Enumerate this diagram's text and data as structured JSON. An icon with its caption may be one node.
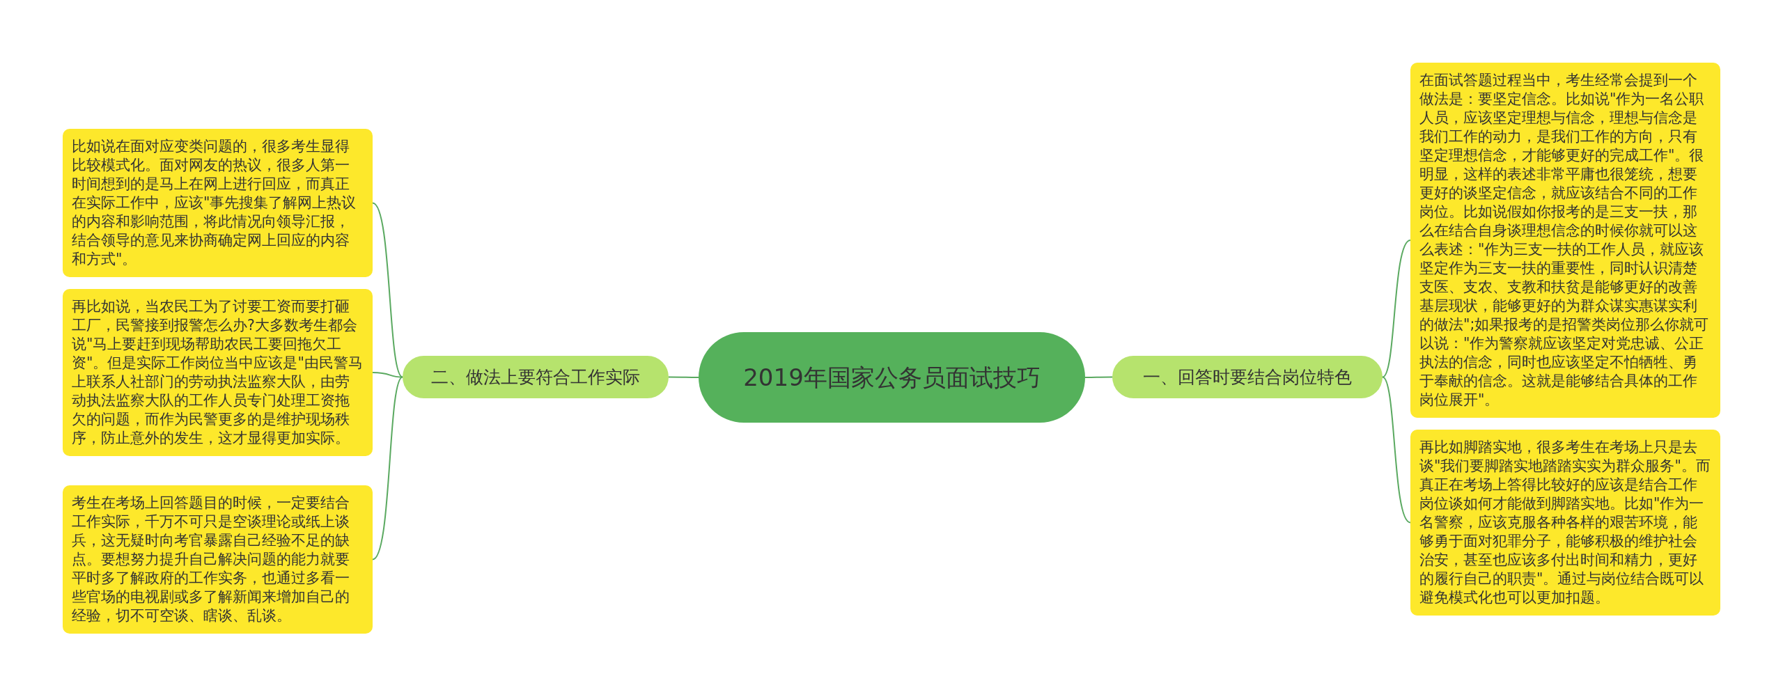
{
  "diagram": {
    "nodes": [
      {
        "text": [
          "2019年国家公务员面试技巧"
        ]
      },
      {
        "text": [
          "一、回答时要结合岗位特色"
        ]
      },
      {
        "text": [
          "在面试答题过程当中，考生经常会提到一个做法是：要坚定信念。比如说\"作为一名公职人员，应该坚定理想与信念，理想与信念是我们工作的动力，是我们工作的方向，只有坚定理想信念，才能够更好的完成工作\"。很明显，这样的表述非常平庸也很笼统，想要更好的谈坚定信念，就应该结合不同的工作岗位。比如说假如你报考的是三支一扶，那么在结合自身谈理想信念的时候你就可以这么表述：\"作为三支一扶的工作人员，就应该坚定作为三支一扶的重要性，同时认识清楚支医、支农、支教和扶贫是能够更好的改善基层现状，能够更好的为群众谋实惠谋实利的做法\";如果报考的是招警类岗位那么你就可以说：\"作为警察就应该坚定对党忠诚、公正执法的信念，同时也应该坚定不怕牺牲、勇于奉献的信念。这就是能够结合具体的工作岗位展开\"。"
        ]
      },
      {
        "text": [
          "再比如脚踏实地，很多考生在考场上只是去谈\"我们要脚踏实地踏踏实实为群众服务\"。而真正在考场上答得比较好的应该是结合工作岗位谈如何才能做到脚踏实地。比如\"作为一名警察，应该克服各种各样的艰苦环境，能够勇于面对犯罪分子，能够积极的维护社会治安，甚至也应该多付出时间和精力，更好的履行自己的职责\"。通过与岗位结合既可以避免模式化也可以更加扣题。"
        ]
      },
      {
        "text": [
          "二、做法上要符合工作实际"
        ]
      },
      {
        "text": [
          "比如说在面对应变类问题的，很多考生显得比较模式化。面对网友的热议，很多人第一时间想到的是马上在网上进行回应，而真正在实际工作中，应该\"事先搜集了解网上热议的内容和影响范围，将此情况向领导汇报，结合领导的意见来协商确定网上回应的内容和方式\"。"
        ]
      },
      {
        "text": [
          "再比如说，当农民工为了讨要工资而要打砸工厂，民警接到报警怎么办?大多数考生都会说\"马上要赶到现场帮助农民工要回拖欠工资\"。但是实际工作岗位当中应该是\"由民警马上联系人社部门的劳动执法监察大队，由劳动执法监察大队的工作人员专门处理工资拖欠的问题，而作为民警更多的是维护现场秩序，防止意外的发生，这才显得更加实际。"
        ]
      },
      {
        "text": [
          "考生在考场上回答题目的时候，一定要结合工作实际，千万不可只是空谈理论或纸上谈兵，这无疑时向考官暴露自己经验不足的缺点。要想努力提升自己解决问题的能力就要平时多了解政府的工作实务，也通过多看一些官场的电视剧或多了解新闻来增加自己的经验，切不可空谈、瞎谈、乱谈。"
        ]
      }
    ],
    "edges": [
      {
        "from": 0,
        "to": 1,
        "arrow": "none"
      },
      {
        "from": 1,
        "to": 2,
        "arrow": "none"
      },
      {
        "from": 1,
        "to": 3,
        "arrow": "none"
      },
      {
        "from": 0,
        "to": 4,
        "arrow": "none"
      },
      {
        "from": 4,
        "to": 5,
        "arrow": "none"
      },
      {
        "from": 4,
        "to": 6,
        "arrow": "none"
      },
      {
        "from": 4,
        "to": 7,
        "arrow": "none"
      }
    ]
  }
}
